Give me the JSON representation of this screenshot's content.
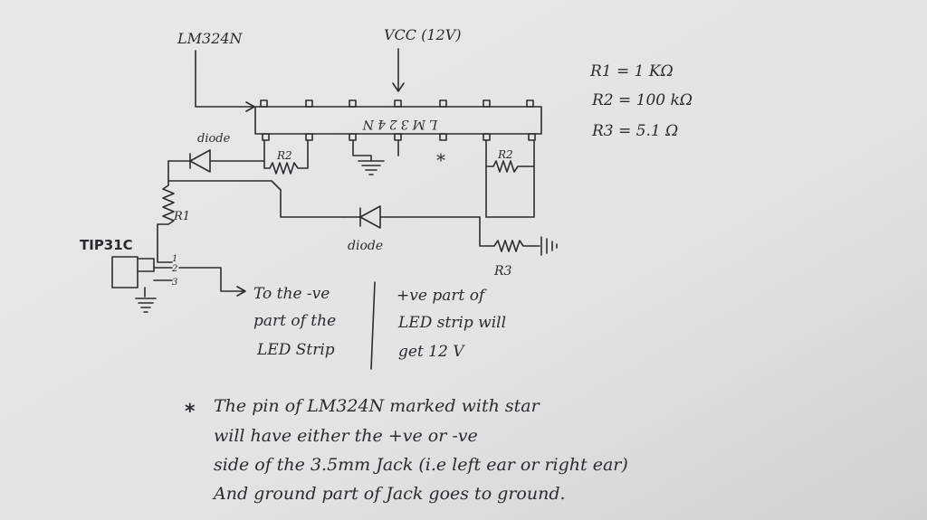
{
  "colors": {
    "paper": "#e4e5e6",
    "ink": "#2b2b33"
  },
  "chip": {
    "label": "LM324N",
    "chip_text": "LM324N"
  },
  "supply": {
    "label": "VCC (12V)"
  },
  "resistor_values": {
    "r1": "R1 = 1 KΩ",
    "r2": "R2 = 100 kΩ",
    "r3": "R3 = 5.1 Ω"
  },
  "components": {
    "diode_top": "diode",
    "diode_bottom": "diode",
    "r1": "R1",
    "r2_left": "R2",
    "r2_right": "R2",
    "r3": "R3",
    "transistor": "TIP31C",
    "pin1": "1",
    "pin2": "2",
    "pin3": "3",
    "star_marker": "*"
  },
  "notes": {
    "left": [
      "To the -ve",
      "part of the",
      "LED Strip"
    ],
    "right": [
      "+ve part of",
      "LED strip will",
      "get 12 V"
    ]
  },
  "footnote": {
    "star": "*",
    "lines": [
      "The pin of LM324N marked with star",
      "will have either the +ve or -ve",
      "side of the 3.5mm Jack (i.e left ear or right ear)",
      "And ground part of Jack goes to ground."
    ]
  }
}
